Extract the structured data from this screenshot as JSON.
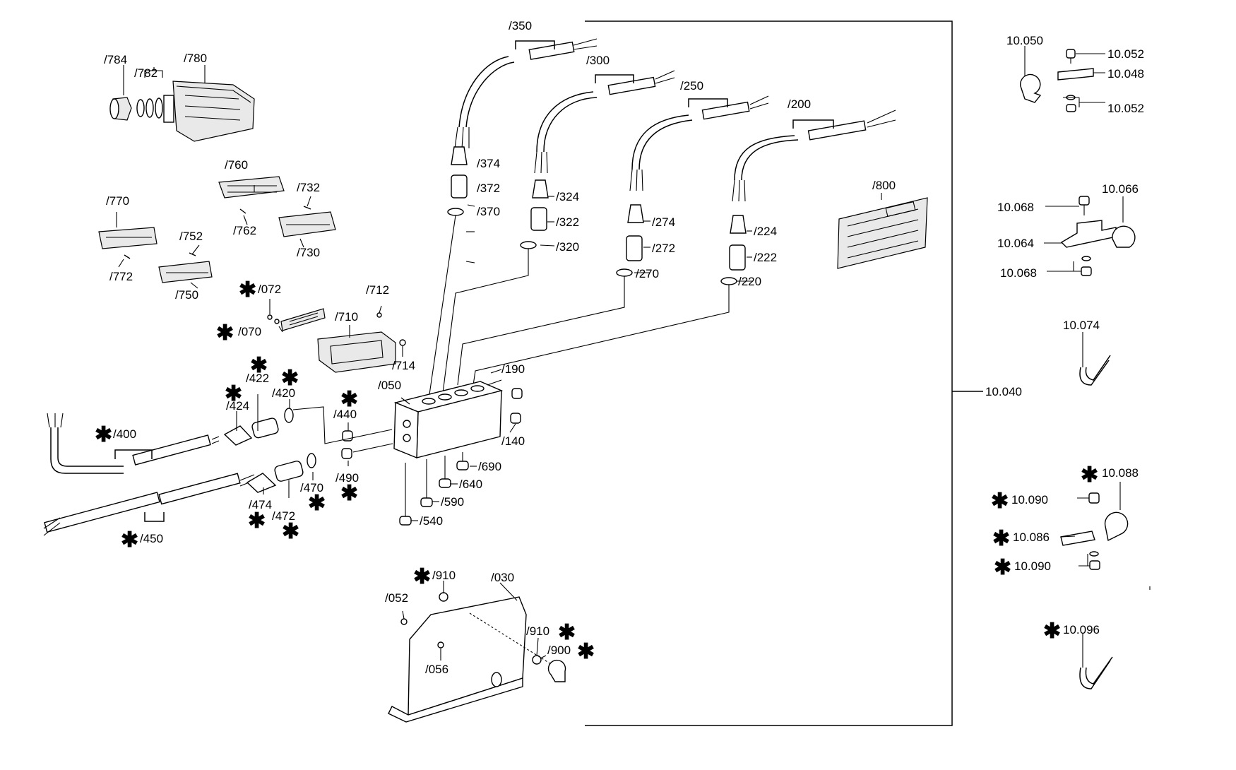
{
  "labels": {
    "l784": "/784",
    "l782": "/782",
    "l780": "/780",
    "l760": "/760",
    "l762": "/762",
    "l732": "/732",
    "l730": "/730",
    "l770": "/770",
    "l772": "/772",
    "l752": "/752",
    "l750": "/750",
    "l072": "/072",
    "l070": "/070",
    "l712": "/712",
    "l710": "/710",
    "l714": "/714",
    "l350": "/350",
    "l300": "/300",
    "l250": "/250",
    "l200": "/200",
    "l374": "/374",
    "l372": "/372",
    "l370": "/370",
    "l324": "/324",
    "l322": "/322",
    "l320": "/320",
    "l274": "/274",
    "l272": "/272",
    "l270": "/270",
    "l224": "/224",
    "l222": "/222",
    "l220": "/220",
    "l800": "/800",
    "l190": "/190",
    "l050": "/050",
    "l140": "/140",
    "l422": "/422",
    "l420": "/420",
    "l424": "/424",
    "l440": "/440",
    "l400": "/400",
    "l490": "/490",
    "l470": "/470",
    "l474": "/474",
    "l472": "/472",
    "l450": "/450",
    "l690": "/690",
    "l640": "/640",
    "l590": "/590",
    "l540": "/540",
    "l910a": "/910",
    "l030": "/030",
    "l052": "/052",
    "l056": "/056",
    "l910b": "/910",
    "l900": "/900",
    "r050": "10.050",
    "r052a": "10.052",
    "r048": "10.048",
    "r052b": "10.052",
    "r068a": "10.068",
    "r066": "10.066",
    "r064": "10.064",
    "r068b": "10.068",
    "r074": "10.074",
    "r040": "10.040",
    "r088": "10.088",
    "r090a": "10.090",
    "r086": "10.086",
    "r090b": "10.090",
    "r096": "10.096"
  },
  "star_symbol": "✱"
}
